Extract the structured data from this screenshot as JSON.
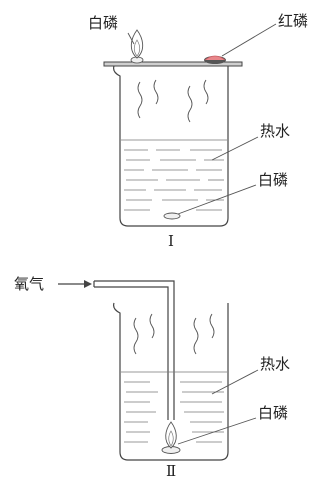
{
  "figure_1": {
    "white_phosphorus_top_label": "白磷",
    "red_phosphorus_label": "红磷",
    "hot_water_label": "热水",
    "white_phosphorus_water_label": "白磷",
    "figure_number": "Ⅰ"
  },
  "figure_2": {
    "oxygen_label": "氧气",
    "hot_water_label": "热水",
    "white_phosphorus_water_label": "白磷",
    "figure_number": "Ⅱ"
  },
  "colors": {
    "red_phosphorus": "#e8868a",
    "line": "#444444"
  }
}
